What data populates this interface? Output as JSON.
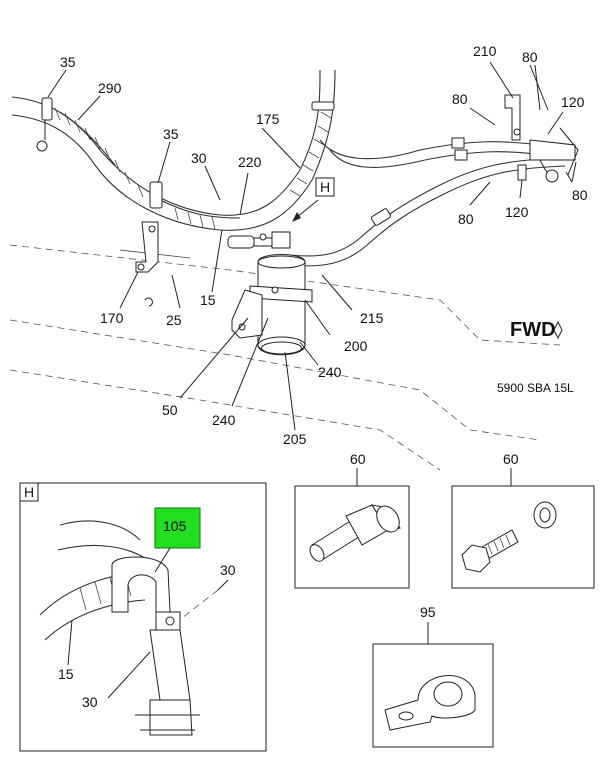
{
  "main_labels": {
    "n35a": "35",
    "n290": "290",
    "n35b": "35",
    "n30": "30",
    "n220": "220",
    "n175": "175",
    "n210": "210",
    "n80a": "80",
    "n80b": "80",
    "n120a": "120",
    "n80c": "80",
    "n120b": "120",
    "n80d": "80",
    "n15": "15",
    "n170": "170",
    "n25": "25",
    "n215": "215",
    "n200": "200",
    "n240a": "240",
    "n50": "50",
    "n240b": "240",
    "n205": "205",
    "detail_ref": "H"
  },
  "fwd_label": "FWD",
  "drawing_code": "5900 SBA 15L",
  "detail_h": {
    "tag": "H",
    "callout": "105",
    "callout_color": "#22dd22",
    "n30a": "30",
    "n15": "15",
    "n30b": "30"
  },
  "box_60a": {
    "label": "60"
  },
  "box_60b": {
    "label": "60"
  },
  "box_95": {
    "label": "95"
  }
}
